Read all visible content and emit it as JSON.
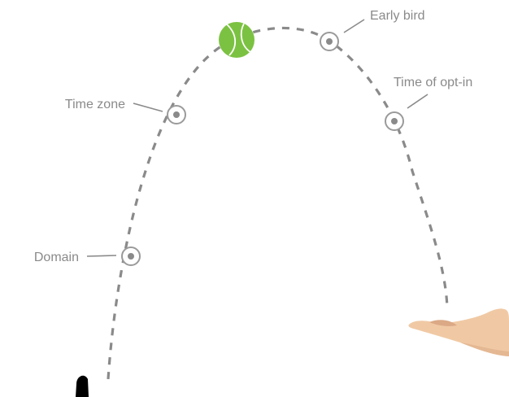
{
  "diagram": {
    "milestones": [
      {
        "id": "domain",
        "label": "Domain"
      },
      {
        "id": "time-zone",
        "label": "Time zone"
      },
      {
        "id": "early-bird",
        "label": "Early bird"
      },
      {
        "id": "time-of-opt-in",
        "label": "Time of opt-in"
      }
    ],
    "icons": {
      "ball": "tennis-ball-icon",
      "hand": "open-hand-icon",
      "thrower": "thrower-hand-icon",
      "marker": "target-marker-icon"
    },
    "colors": {
      "path": "#8a8a8a",
      "label": "#8a8a8a",
      "marker_ring": "#9a9a9a",
      "marker_dot": "#8a8a8a",
      "ball": "#7cc242",
      "ball_seam": "#ffffff",
      "hand": "#f0c9a4",
      "hand_shadow": "#dba985",
      "thrower": "#000000"
    }
  }
}
